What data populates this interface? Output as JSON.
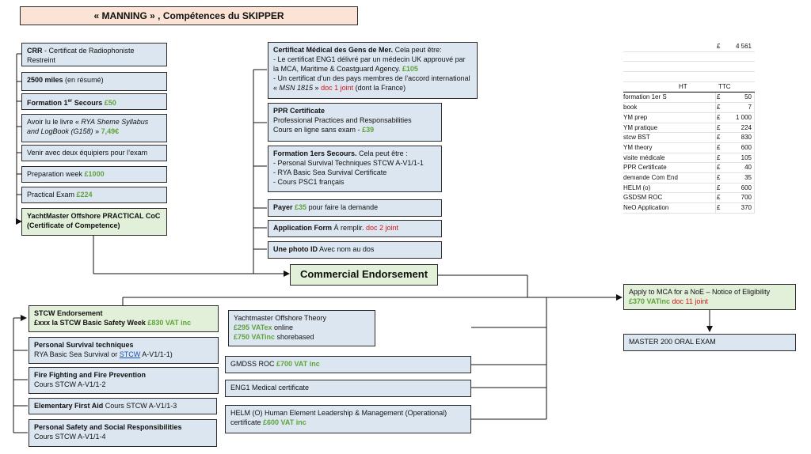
{
  "title": "« MANNING » , Compétences du SKIPPER",
  "left_column": {
    "crr": {
      "bold": "CRR",
      "text": " - Certificat de Radiophoniste Restreint"
    },
    "miles": {
      "bold": "2500 miles",
      "text": " (en résumé)"
    },
    "first_aid": {
      "bold": "Formation 1",
      "sup": "er",
      "bold2": " Secours",
      "price": "£50"
    },
    "book": {
      "text1": "Avoir lu le livre « ",
      "italic": "RYA Sheme Syllabus and LogBook (G158)",
      "text2": " » ",
      "price": "7,49€"
    },
    "crew": "Venir avec deux équipiers pour l’exam",
    "prep": {
      "text": "Preparation week ",
      "price": "£1000"
    },
    "practical": {
      "text": "Practical Exam ",
      "price": "£224"
    },
    "coc": "YachtMaster Offshore PRACTICAL CoC (Certificate of Competence)"
  },
  "middle_column": {
    "medical": {
      "bold": "Certificat Médical des Gens de Mer.",
      "text1": " Cela peut être:",
      "line2": "- Le certificat ENG1 délivré par un médecin UK approuvé par la MCA, Maritime & Coastguard Agency. ",
      "price": "£105",
      "line3a": "- Un certificat d’un des pays membres de l’accord international « ",
      "italic": "MSN 1815",
      "line3b": " » ",
      "red": "doc 1 joint",
      "line3c": " (dont la France)"
    },
    "ppr": {
      "bold": "PPR Certificate",
      "line1": "Professional  Practices and Responsabilities",
      "line2": "Cours  en ligne sans exam - ",
      "price": "£39"
    },
    "formation": {
      "bold": "Formation 1ers Secours.",
      "text": " Cela peut être :",
      "items": [
        "- Personal Survival Techniques STCW A-V1/1-1",
        "- RYA Basic Sea Survival Certificate",
        "- Cours PSC1 français"
      ]
    },
    "payer": {
      "bold": "Payer",
      "price": "£35",
      "text": " pour faire la demande"
    },
    "app_form": {
      "bold": "Application Form",
      "text": " À remplir. ",
      "red": "doc 2 joint"
    },
    "photo": {
      "bold": "Une photo ID",
      "text": " Avec nom au dos"
    },
    "endorsement": "Commercial Endorsement"
  },
  "bottom_left": {
    "stcw": {
      "line1": "STCW Endorsement",
      "line2": "£xxx la STCW Basic Safety Week ",
      "price": "£830 VAT inc"
    },
    "pst": {
      "bold": "Personal Survival techniques",
      "text1": "RYA Basic Sea Survival or ",
      "link": "STCW",
      "text2": " A-V1/1-1)"
    },
    "fire": {
      "bold": "Fire Fighting and Fire Prevention",
      "text": "Cours STCW A-V1/1-2"
    },
    "efa": {
      "bold": "Elementary First Aid",
      "text": "  Cours STCW A-V1/1-3"
    },
    "pssr": {
      "bold": "Personal Safety and Social Responsibilities",
      "text": "Cours STCW A-V1/1-4"
    }
  },
  "bottom_middle": {
    "theory": {
      "line1": "Yachtmaster Offshore Theory",
      "price1": "£295 VATex",
      "text1": " online",
      "price2": "£750 VATinc",
      "text2": " shorebased"
    },
    "gmdss": {
      "text": "GMDSS ROC ",
      "price": "£700 VAT inc"
    },
    "eng1": "ENG1 Medical certificate",
    "helm": {
      "text": "HELM (O) Human Element Leadership & Management (Operational) certificate ",
      "price": "£600 VAT inc"
    }
  },
  "right_column": {
    "apply": {
      "line1": "Apply  to MCA for a NoE – Notice of Eligibility",
      "price": "£370 VATinc",
      "red": " doc 11 joint"
    },
    "oral": "MASTER 200 ORAL EXAM"
  },
  "spreadsheet": {
    "total_currency": "£",
    "total_value": "4 561",
    "header_ht": "HT",
    "header_ttc": "TTC",
    "rows": [
      {
        "label": "formation 1er S",
        "currency": "£",
        "value": "50"
      },
      {
        "label": "book",
        "currency": "£",
        "value": "7"
      },
      {
        "label": "YM prep",
        "currency": "£",
        "value": "1 000"
      },
      {
        "label": "YM pratique",
        "currency": "£",
        "value": "224"
      },
      {
        "label": "stcw BST",
        "currency": "£",
        "value": "830"
      },
      {
        "label": "YM theory",
        "currency": "£",
        "value": "600"
      },
      {
        "label": "visite médicale",
        "currency": "£",
        "value": "105"
      },
      {
        "label": "PPR Certificate",
        "currency": "£",
        "value": "40"
      },
      {
        "label": "demande Com End",
        "currency": "£",
        "value": "35"
      },
      {
        "label": "HELM (o)",
        "currency": "£",
        "value": "600"
      },
      {
        "label": "GSDSM ROC",
        "currency": "£",
        "value": "700"
      },
      {
        "label": "NeO Application",
        "currency": "£",
        "value": "370"
      }
    ]
  }
}
